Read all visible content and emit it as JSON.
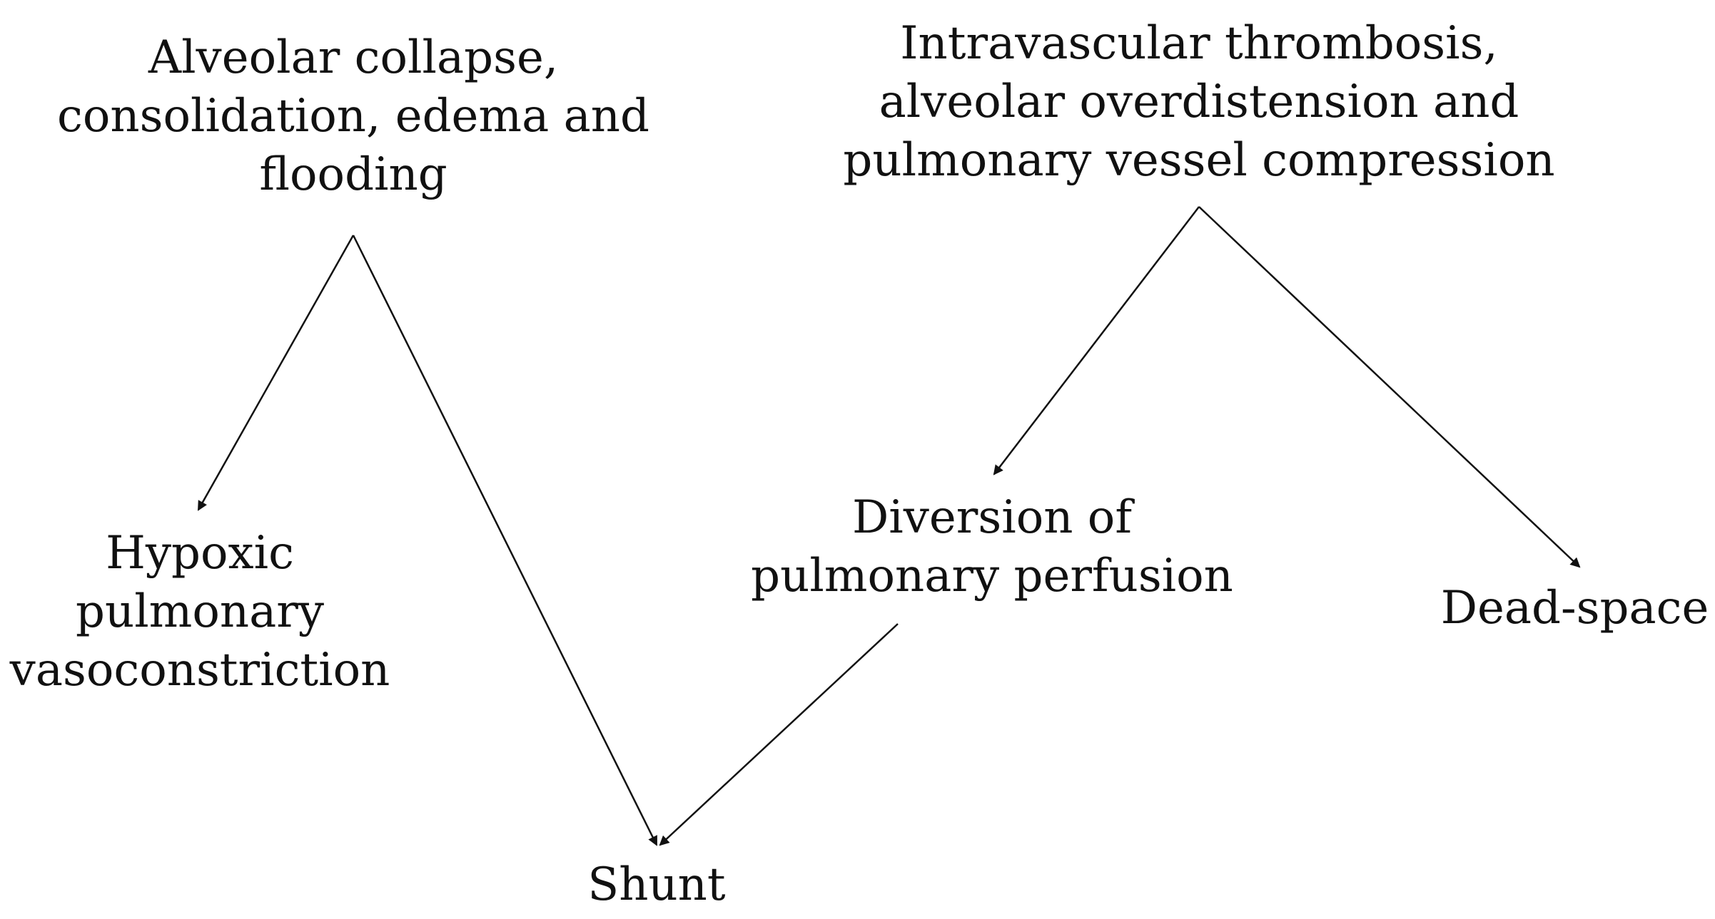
{
  "nodes": {
    "alveolar": {
      "lines": [
        "Alveolar collapse,",
        "consolidation, edema and",
        "flooding"
      ]
    },
    "intravascular": {
      "lines": [
        "Intravascular thrombosis,",
        "alveolar overdistension and",
        "pulmonary vessel compression"
      ]
    },
    "hypoxic": {
      "lines": [
        "Hypoxic",
        "pulmonary",
        "vasoconstriction"
      ]
    },
    "diversion": {
      "lines": [
        "Diversion of",
        "pulmonary perfusion"
      ]
    },
    "deadspace": {
      "lines": [
        "Dead-space"
      ]
    },
    "shunt": {
      "lines": [
        "Shunt"
      ]
    }
  },
  "edges": [
    {
      "from": "alveolar",
      "to": "hypoxic"
    },
    {
      "from": "alveolar",
      "to": "shunt"
    },
    {
      "from": "intravascular",
      "to": "diversion"
    },
    {
      "from": "intravascular",
      "to": "deadspace"
    },
    {
      "from": "diversion",
      "to": "shunt"
    }
  ],
  "colors": {
    "text": "#111111",
    "arrow": "#111111",
    "background": "#ffffff"
  }
}
